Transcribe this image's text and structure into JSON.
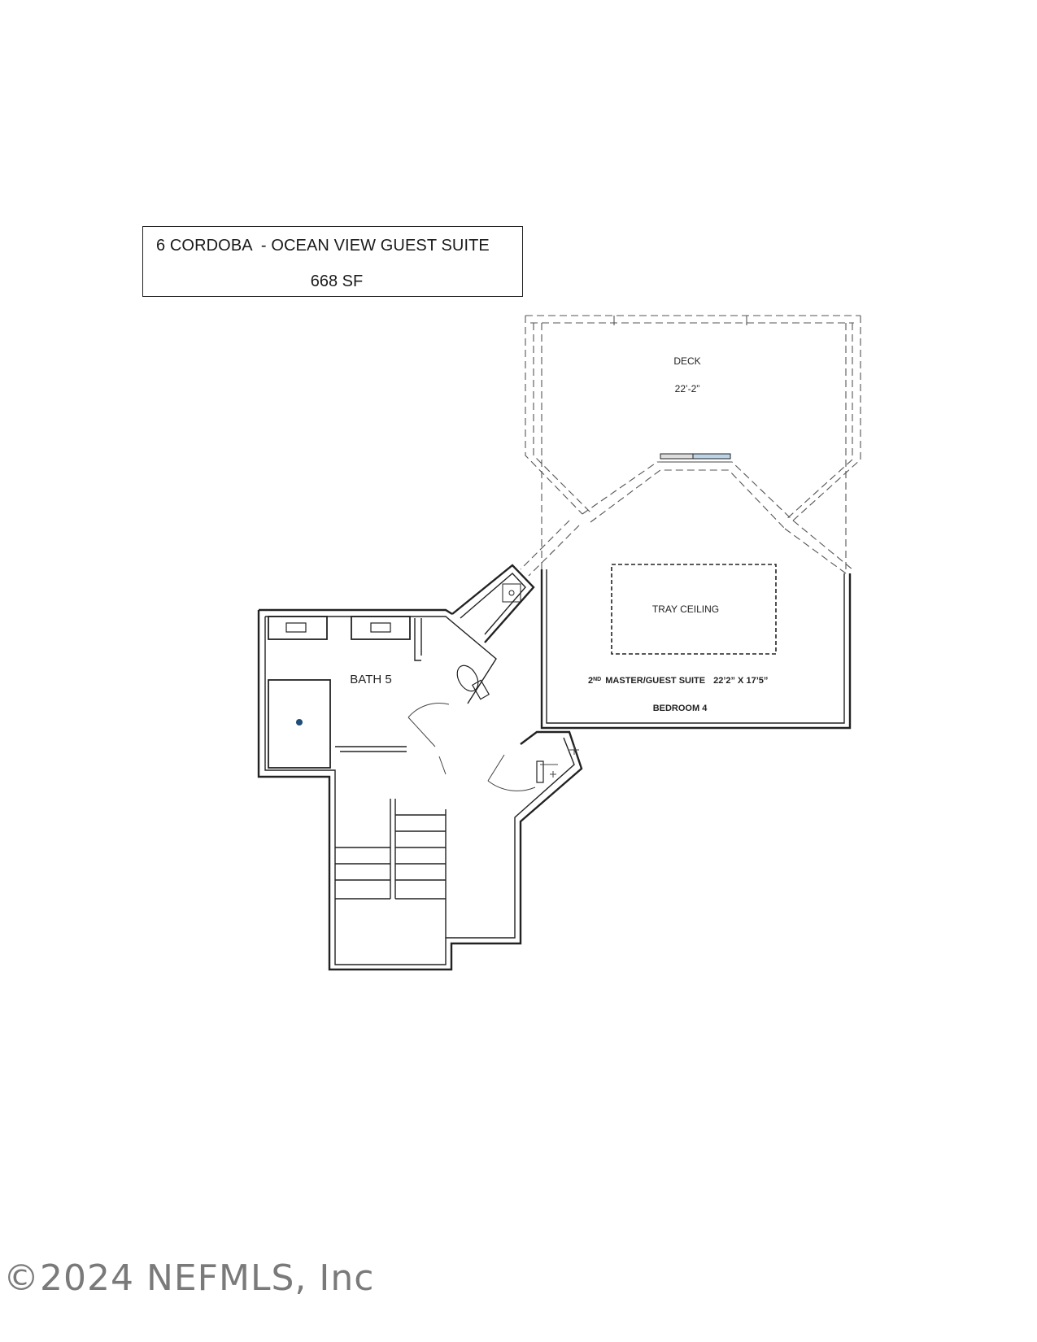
{
  "header": {
    "title": "6 CORDOBA  - OCEAN VIEW GUEST SUITE",
    "area": "668 SF"
  },
  "rooms": {
    "deck": {
      "name": "DECK",
      "dimension": "22’-2”"
    },
    "tray_ceiling": "TRAY CEILING",
    "suite": {
      "prefix": "2",
      "superscript": "ND",
      "name": "MASTER/GUEST SUITE",
      "dimension": "22’2” X 17’5”",
      "bedroom": "BEDROOM 4"
    },
    "bath": "BATH 5"
  },
  "watermark": "©2024 NEFMLS, Inc",
  "colors": {
    "wall": "#222222",
    "dashed": "#555555",
    "watermark": "#7a7a7a",
    "drain": "#1f4e79"
  }
}
